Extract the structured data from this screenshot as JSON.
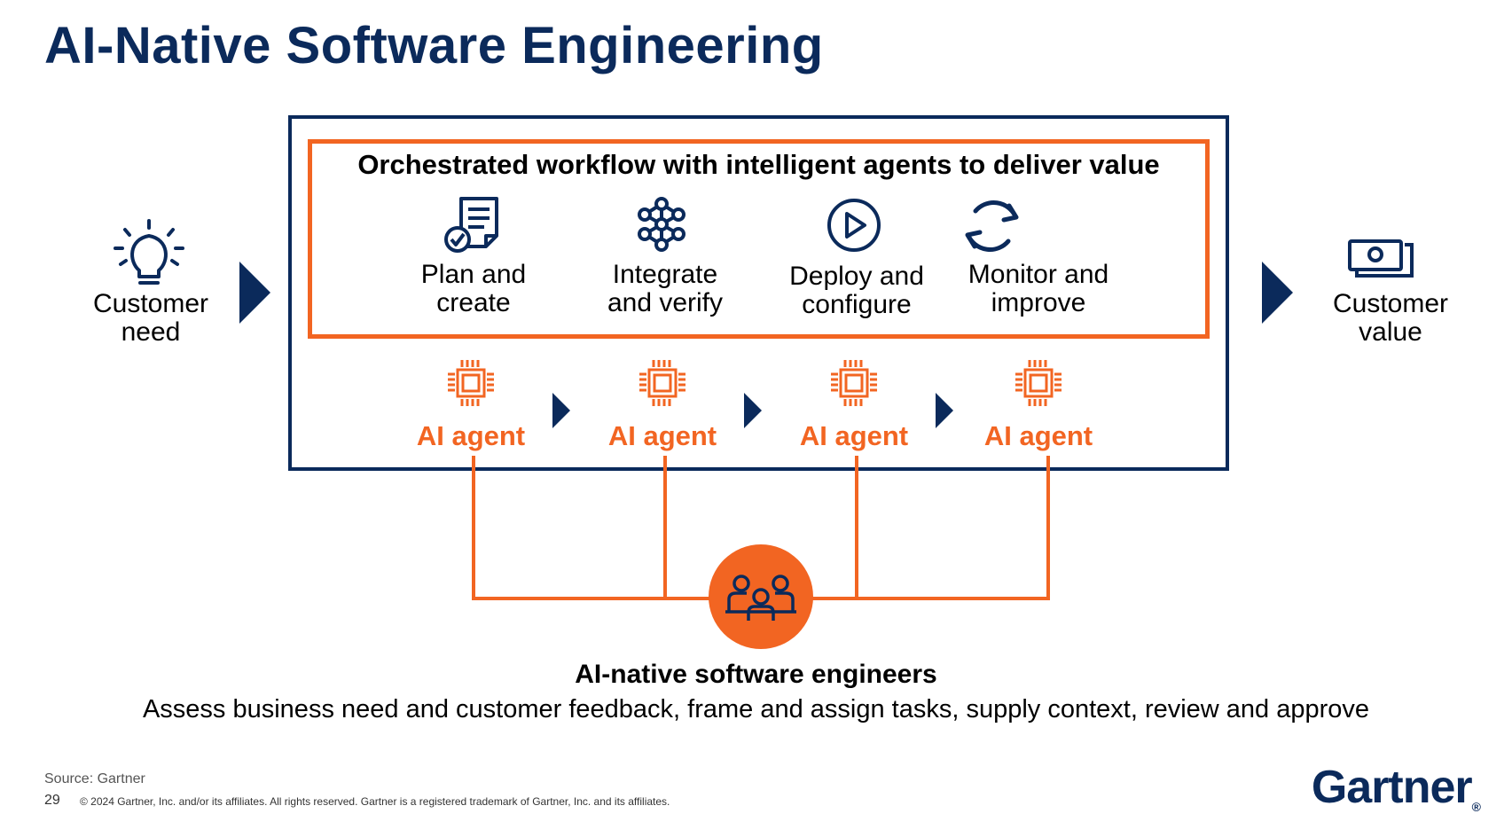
{
  "title": "AI-Native Software Engineering",
  "workflow": {
    "heading": "Orchestrated workflow with intelligent agents to deliver value",
    "steps": [
      {
        "line1": "Plan and",
        "line2": "create",
        "icon": "document-check-icon"
      },
      {
        "line1": "Integrate",
        "line2": "and verify",
        "icon": "network-nodes-icon"
      },
      {
        "line1": "Deploy and",
        "line2": "configure",
        "icon": "play-circle-icon"
      },
      {
        "line1": "Monitor and",
        "line2": "improve",
        "icon": "refresh-cycle-icon"
      }
    ],
    "agents": [
      {
        "label": "AI agent",
        "icon": "chip-icon"
      },
      {
        "label": "AI agent",
        "icon": "chip-icon"
      },
      {
        "label": "AI agent",
        "icon": "chip-icon"
      },
      {
        "label": "AI agent",
        "icon": "chip-icon"
      }
    ]
  },
  "input": {
    "line1": "Customer",
    "line2": "need",
    "icon": "lightbulb-icon"
  },
  "output": {
    "line1": "Customer",
    "line2": "value",
    "icon": "money-bill-icon"
  },
  "engineers": {
    "title": "AI-native software engineers",
    "description": "Assess business need and customer feedback, frame and assign tasks, supply context, review and approve",
    "icon": "team-people-icon"
  },
  "footer": {
    "source": "Source: Gartner",
    "page_number": "29",
    "copyright": "© 2024 Gartner, Inc. and/or its affiliates. All rights reserved. Gartner is a registered trademark of Gartner, Inc. and its affiliates.",
    "logo_text": "Gartner",
    "logo_mark": "®"
  },
  "colors": {
    "navy": "#0b2a5b",
    "orange": "#f26522",
    "text": "#000000"
  }
}
